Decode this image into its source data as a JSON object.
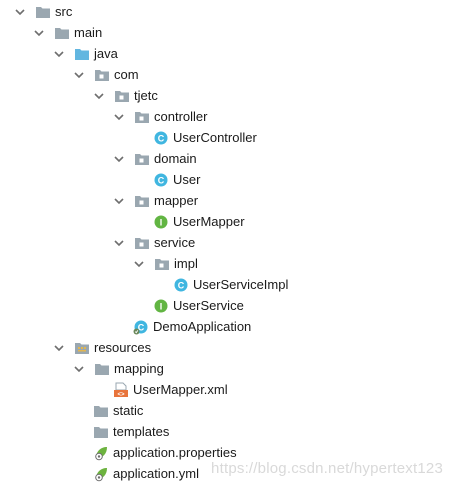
{
  "tree": {
    "nodes": [
      {
        "label": "src",
        "icon": "folder-icon"
      },
      {
        "label": "main",
        "icon": "folder-icon"
      },
      {
        "label": "java",
        "icon": "source-folder-icon"
      },
      {
        "label": "com",
        "icon": "package-icon"
      },
      {
        "label": "tjetc",
        "icon": "package-icon"
      },
      {
        "label": "controller",
        "icon": "package-icon"
      },
      {
        "label": "UserController",
        "icon": "class-icon"
      },
      {
        "label": "domain",
        "icon": "package-icon"
      },
      {
        "label": "User",
        "icon": "class-icon"
      },
      {
        "label": "mapper",
        "icon": "package-icon"
      },
      {
        "label": "UserMapper",
        "icon": "interface-icon"
      },
      {
        "label": "service",
        "icon": "package-icon"
      },
      {
        "label": "impl",
        "icon": "package-icon"
      },
      {
        "label": "UserServiceImpl",
        "icon": "class-icon"
      },
      {
        "label": "UserService",
        "icon": "interface-icon"
      },
      {
        "label": "DemoApplication",
        "icon": "spring-boot-class-icon"
      },
      {
        "label": "resources",
        "icon": "resources-folder-icon"
      },
      {
        "label": "mapping",
        "icon": "folder-icon"
      },
      {
        "label": "UserMapper.xml",
        "icon": "xml-file-icon"
      },
      {
        "label": "static",
        "icon": "folder-icon"
      },
      {
        "label": "templates",
        "icon": "folder-icon"
      },
      {
        "label": "application.properties",
        "icon": "spring-config-icon"
      },
      {
        "label": "application.yml",
        "icon": "spring-config-icon"
      }
    ]
  },
  "colors": {
    "folder": "#9aa7b0",
    "source_folder": "#62b6e0",
    "class_circle": "#40b6e0",
    "interface_circle": "#62b543",
    "arrow": "#6e6e6e",
    "watermark": "#d9d9d9"
  },
  "watermark": "https://blog.csdn.net/hypertext123"
}
